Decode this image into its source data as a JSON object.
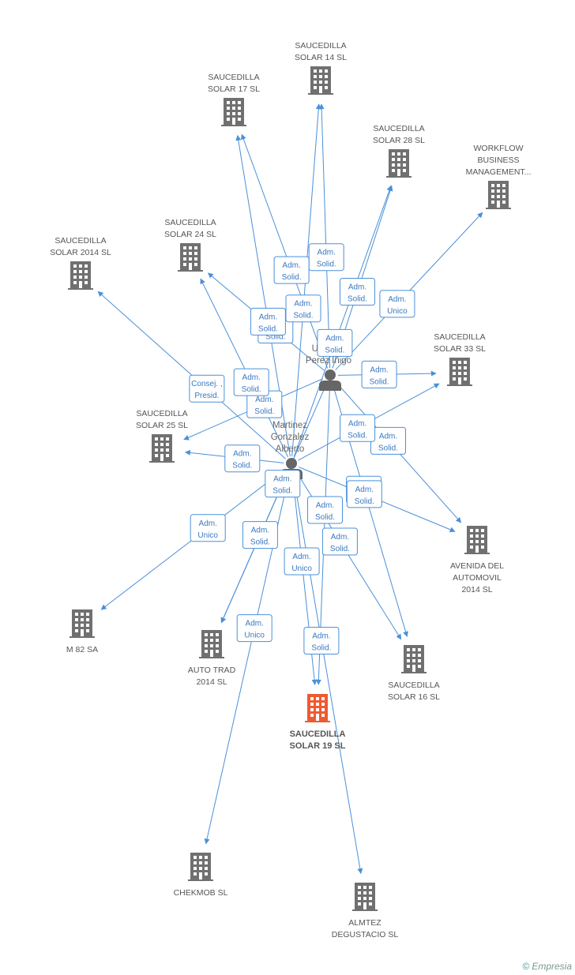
{
  "colors": {
    "edge": "#4a90d9",
    "company": "#707070",
    "highlight": "#f05a30",
    "person": "#666666"
  },
  "people": [
    {
      "id": "urquiola",
      "lines": [
        "Urquiola",
        "Perez Iñigo"
      ]
    },
    {
      "id": "martinez",
      "lines": [
        "Martinez",
        "Gonzalez",
        "Alberto"
      ]
    }
  ],
  "companies": [
    {
      "id": "c14",
      "lines": [
        "SAUCEDILLA",
        "SOLAR 14 SL"
      ]
    },
    {
      "id": "c17",
      "lines": [
        "SAUCEDILLA",
        "SOLAR 17 SL"
      ]
    },
    {
      "id": "c28",
      "lines": [
        "SAUCEDILLA",
        "SOLAR 28 SL"
      ]
    },
    {
      "id": "wf",
      "lines": [
        "WORKFLOW",
        "BUSINESS",
        "MANAGEMENT..."
      ]
    },
    {
      "id": "c24",
      "lines": [
        "SAUCEDILLA",
        "SOLAR 24 SL"
      ]
    },
    {
      "id": "c2014",
      "lines": [
        "SAUCEDILLA",
        "SOLAR 2014  SL"
      ]
    },
    {
      "id": "c33",
      "lines": [
        "SAUCEDILLA",
        "SOLAR 33 SL"
      ]
    },
    {
      "id": "c25",
      "lines": [
        "SAUCEDILLA",
        "SOLAR 25 SL"
      ]
    },
    {
      "id": "av",
      "lines": [
        "AVENIDA DEL",
        "AUTOMOVIL",
        "2014  SL"
      ]
    },
    {
      "id": "m82",
      "lines": [
        "M 82 SA"
      ]
    },
    {
      "id": "auto",
      "lines": [
        "AUTO TRAD",
        "2014  SL"
      ]
    },
    {
      "id": "c16",
      "lines": [
        "SAUCEDILLA",
        "SOLAR 16 SL"
      ]
    },
    {
      "id": "c19",
      "lines": [
        "SAUCEDILLA",
        "SOLAR 19 SL"
      ],
      "highlight": true
    },
    {
      "id": "chek",
      "lines": [
        "CHEKMOB  SL"
      ]
    },
    {
      "id": "alm",
      "lines": [
        "ALMTEZ",
        "DEGUSTACIO  SL"
      ]
    }
  ],
  "edges": [
    {
      "from": "urquiola",
      "to": "c14",
      "label": [
        "Adm.",
        "Solid."
      ]
    },
    {
      "from": "urquiola",
      "to": "c17",
      "label": [
        "Adm.",
        "Solid."
      ]
    },
    {
      "from": "urquiola",
      "to": "c28",
      "label": [
        "Adm.",
        "Solid."
      ]
    },
    {
      "from": "urquiola",
      "to": "wf",
      "label": [
        "Adm.",
        "Unico"
      ]
    },
    {
      "from": "urquiola",
      "to": "c24",
      "label": [
        "Adm.",
        "Solid."
      ]
    },
    {
      "from": "urquiola",
      "to": "c33",
      "label": [
        "Adm.",
        "Solid."
      ]
    },
    {
      "from": "urquiola",
      "to": "c25",
      "label": [
        "Adm.",
        "Solid."
      ]
    },
    {
      "from": "urquiola",
      "to": "av",
      "label": [
        "Adm.",
        "Solid."
      ]
    },
    {
      "from": "urquiola",
      "to": "c16",
      "label": [
        "Adm.",
        "Solid."
      ]
    },
    {
      "from": "urquiola",
      "to": "c19",
      "label": [
        "Adm.",
        "Solid."
      ]
    },
    {
      "from": "urquiola",
      "to": "auto",
      "label": [
        "Adm.",
        "Solid."
      ]
    },
    {
      "from": "martinez",
      "to": "c14",
      "label": [
        "Adm.",
        "Solid."
      ]
    },
    {
      "from": "martinez",
      "to": "c17",
      "label": [
        "Adm.",
        "Solid."
      ]
    },
    {
      "from": "martinez",
      "to": "c28",
      "label": [
        "Adm.",
        "Solid."
      ]
    },
    {
      "from": "martinez",
      "to": "c24",
      "label": [
        "Adm.",
        "Solid."
      ]
    },
    {
      "from": "martinez",
      "to": "c2014",
      "label": [
        "Consej. ,",
        "Presid."
      ]
    },
    {
      "from": "martinez",
      "to": "c33",
      "label": [
        "Adm.",
        "Solid."
      ]
    },
    {
      "from": "martinez",
      "to": "c25",
      "label": [
        "Adm.",
        "Solid."
      ]
    },
    {
      "from": "martinez",
      "to": "av",
      "label": [
        "Adm.",
        "Solid."
      ]
    },
    {
      "from": "martinez",
      "to": "m82",
      "label": [
        "Adm.",
        "Unico"
      ]
    },
    {
      "from": "martinez",
      "to": "auto",
      "label": [
        "Adm.",
        "Solid."
      ]
    },
    {
      "from": "martinez",
      "to": "c16",
      "label": [
        "Adm.",
        "Solid."
      ]
    },
    {
      "from": "martinez",
      "to": "c19",
      "label": [
        "Adm.",
        "Unico"
      ]
    },
    {
      "from": "martinez",
      "to": "chek",
      "label": [
        "Adm.",
        "Unico"
      ]
    },
    {
      "from": "martinez",
      "to": "alm",
      "label": [
        "Adm.",
        "Solid."
      ]
    }
  ],
  "footer": {
    "symbol": "©",
    "brand": "Empresia"
  }
}
